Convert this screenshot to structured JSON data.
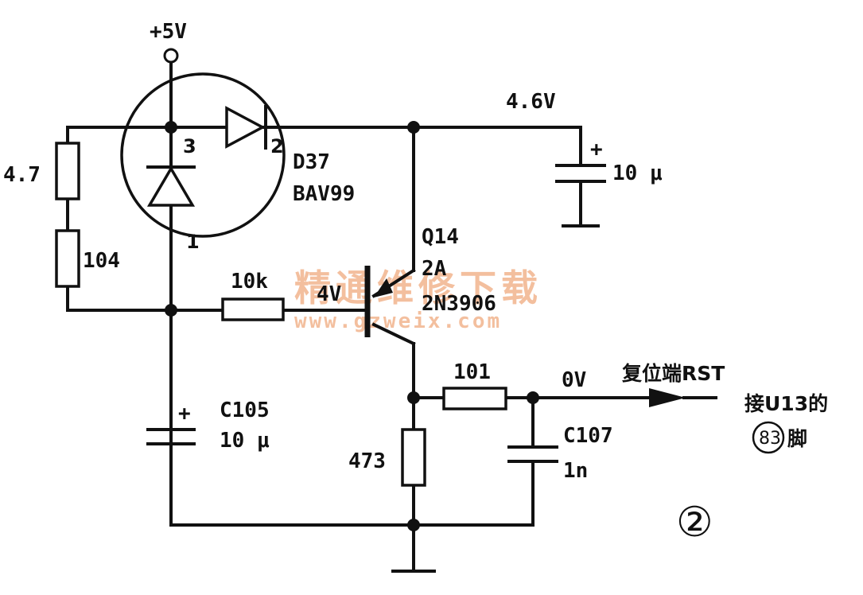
{
  "figure_number": "②",
  "supply_label": "+5V",
  "node_voltage_cap": "4.6V",
  "node_voltage_base": "4V",
  "node_voltage_output": "0V",
  "components": {
    "r_top": "4.7",
    "r_bottom": "104",
    "r_base": "10k",
    "r_out": "101",
    "r_emitter": "473",
    "d37_ref": "D37",
    "d37_part": "BAV99",
    "d37_pin3": "3",
    "d37_pin2": "2",
    "d37_pin1": "1",
    "q14_ref": "Q14",
    "q14_rating": "2A",
    "q14_part": "2N3906",
    "cap_top_value": "10 μ",
    "cap_top_plus": "+",
    "c105_ref": "C105",
    "c105_value": "10 μ",
    "c105_plus": "+",
    "c107_ref": "C107",
    "c107_value": "1n"
  },
  "output": {
    "label": "复位端RST",
    "connect_prefix": "接U13的",
    "pin_number": "83",
    "pin_suffix": "脚"
  },
  "watermark": {
    "cn": "精通维修下载",
    "url": "www.gzweix.com"
  }
}
